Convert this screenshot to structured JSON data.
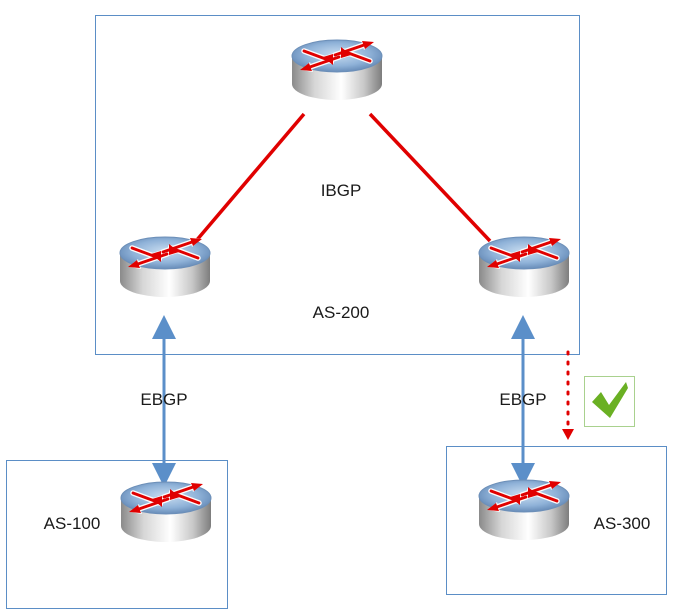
{
  "labels": {
    "ibgp": "IBGP",
    "as200": "AS-200",
    "ebgp_left": "EBGP",
    "ebgp_right": "EBGP",
    "as100": "AS-100",
    "as300": "AS-300"
  },
  "colors": {
    "box_border": "#5b8ec6",
    "ibgp_link": "#e00000",
    "ebgp_link": "#5b8fc9",
    "dotted_arrow": "#e00000",
    "check": "#6ab023",
    "check_border": "#a9d18e"
  },
  "icons": {
    "router": "router-icon",
    "check": "checkmark-icon"
  }
}
